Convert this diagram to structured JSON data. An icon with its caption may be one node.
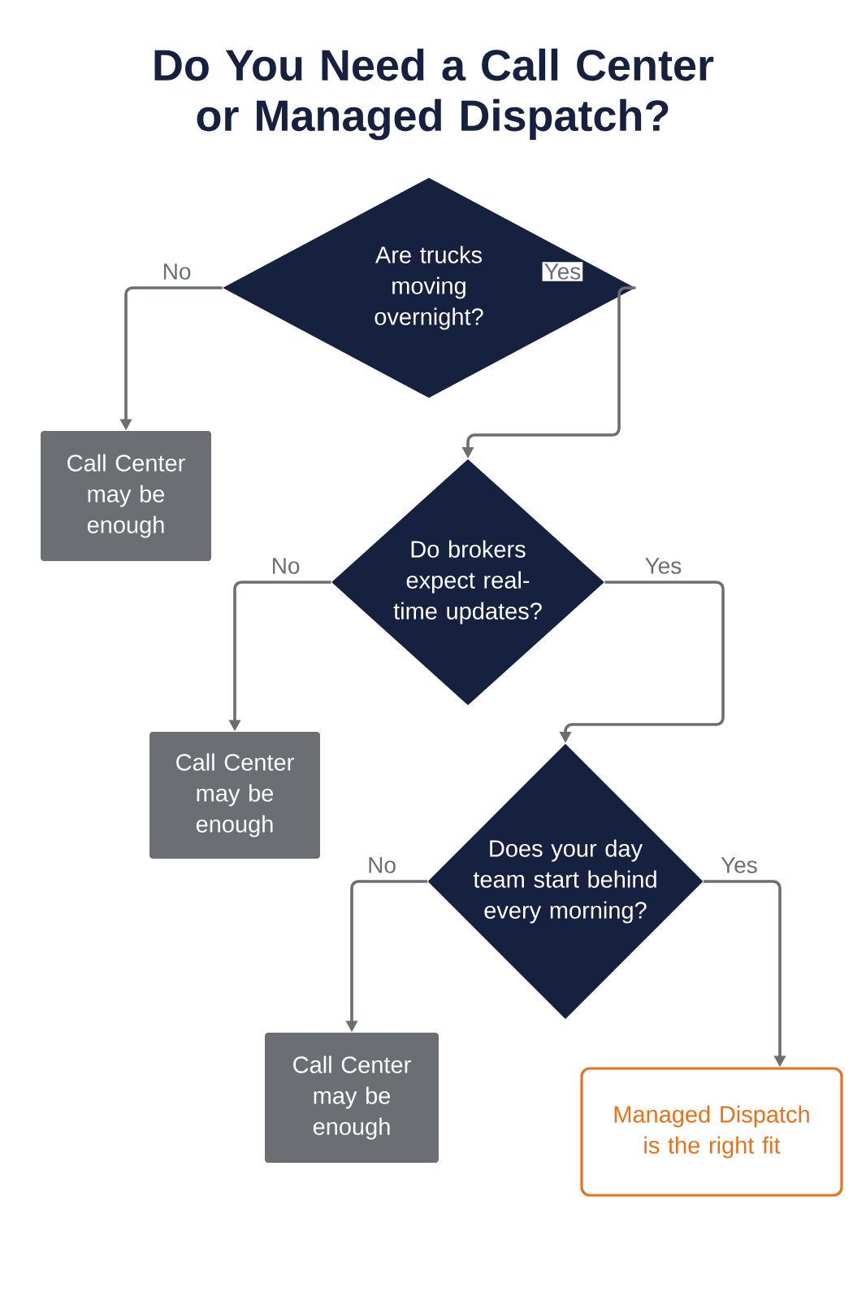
{
  "diagram": {
    "title": "Do You Need a Call Center or Managed Dispatch?",
    "nodes": [
      {
        "text": [
          "Are trucks moving overnight?"
        ]
      },
      {
        "text": [
          "Call Center may be enough"
        ]
      },
      {
        "text": [
          "Do brokers expect real-time updates?"
        ]
      },
      {
        "text": [
          "Call Center may be enough"
        ]
      },
      {
        "text": [
          "Does your day team start behind every morning?"
        ]
      },
      {
        "text": [
          "Call Center may be enough"
        ]
      },
      {
        "text": [
          "Managed Dispatch is the right fit"
        ]
      }
    ],
    "edges": [
      {
        "from": 0,
        "to": 1,
        "arrow": "to",
        "label": "No"
      },
      {
        "from": 0,
        "to": 2,
        "arrow": "to",
        "label": "Yes"
      },
      {
        "from": 2,
        "to": 3,
        "arrow": "to",
        "label": "No"
      },
      {
        "from": 2,
        "to": 4,
        "arrow": "to",
        "label": "Yes"
      },
      {
        "from": 4,
        "to": 5,
        "arrow": "to",
        "label": "No"
      },
      {
        "from": 4,
        "to": 6,
        "arrow": "to",
        "label": "Yes",
        "color": "#6b6e72"
      }
    ]
  }
}
